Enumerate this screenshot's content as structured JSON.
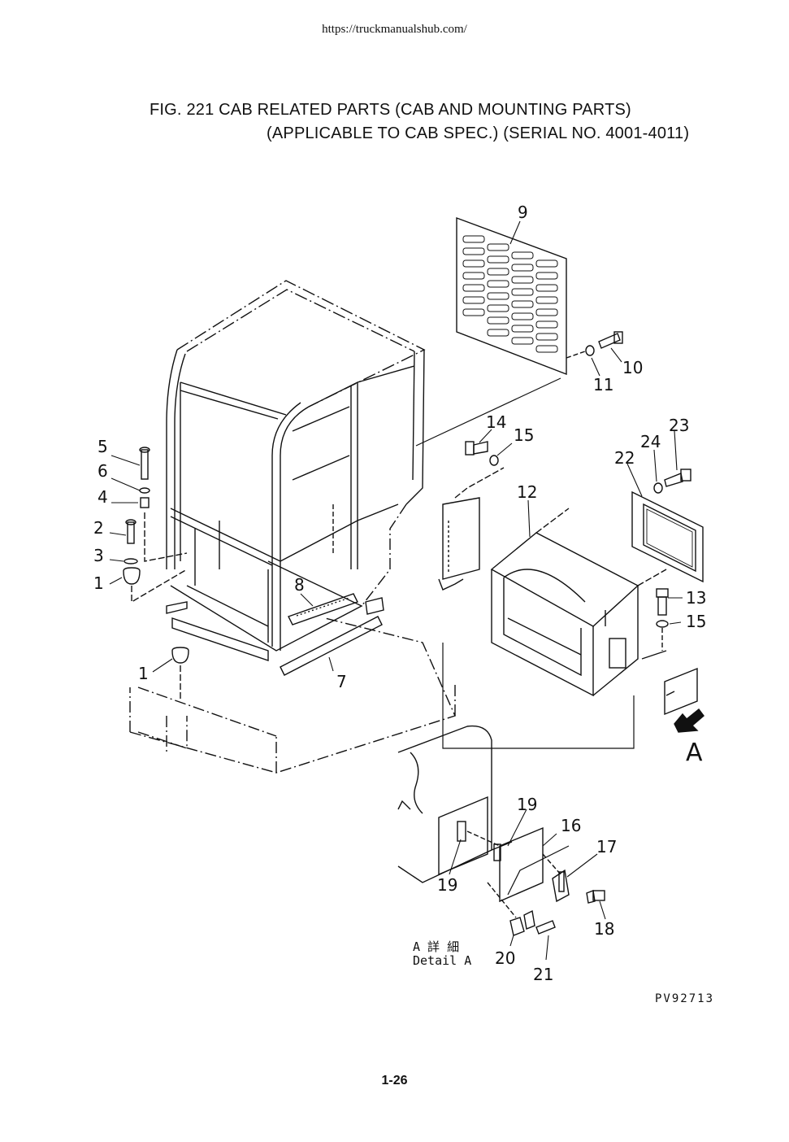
{
  "header_url": "https://truckmanualshub.com/",
  "title_line1": "FIG. 221 CAB RELATED PARTS (CAB AND MOUNTING PARTS)",
  "title_line2": "(APPLICABLE TO CAB SPEC.) (SERIAL NO. 4001-4011)",
  "callouts": {
    "c1a": "1",
    "c1b": "1",
    "c2": "2",
    "c3": "3",
    "c4": "4",
    "c5": "5",
    "c6": "6",
    "c7": "7",
    "c8": "8",
    "c9": "9",
    "c10": "10",
    "c11": "11",
    "c12": "12",
    "c13": "13",
    "c14": "14",
    "c15a": "15",
    "c15b": "15",
    "c16": "16",
    "c17": "17",
    "c18": "18",
    "c19a": "19",
    "c19b": "19",
    "c20": "20",
    "c21": "21",
    "c22": "22",
    "c23": "23",
    "c24": "24"
  },
  "view_marker": "A",
  "detail_label_jp": "A 詳 細",
  "detail_label_en": "Detail A",
  "drawing_code": "PV92713",
  "page_number": "1-26"
}
